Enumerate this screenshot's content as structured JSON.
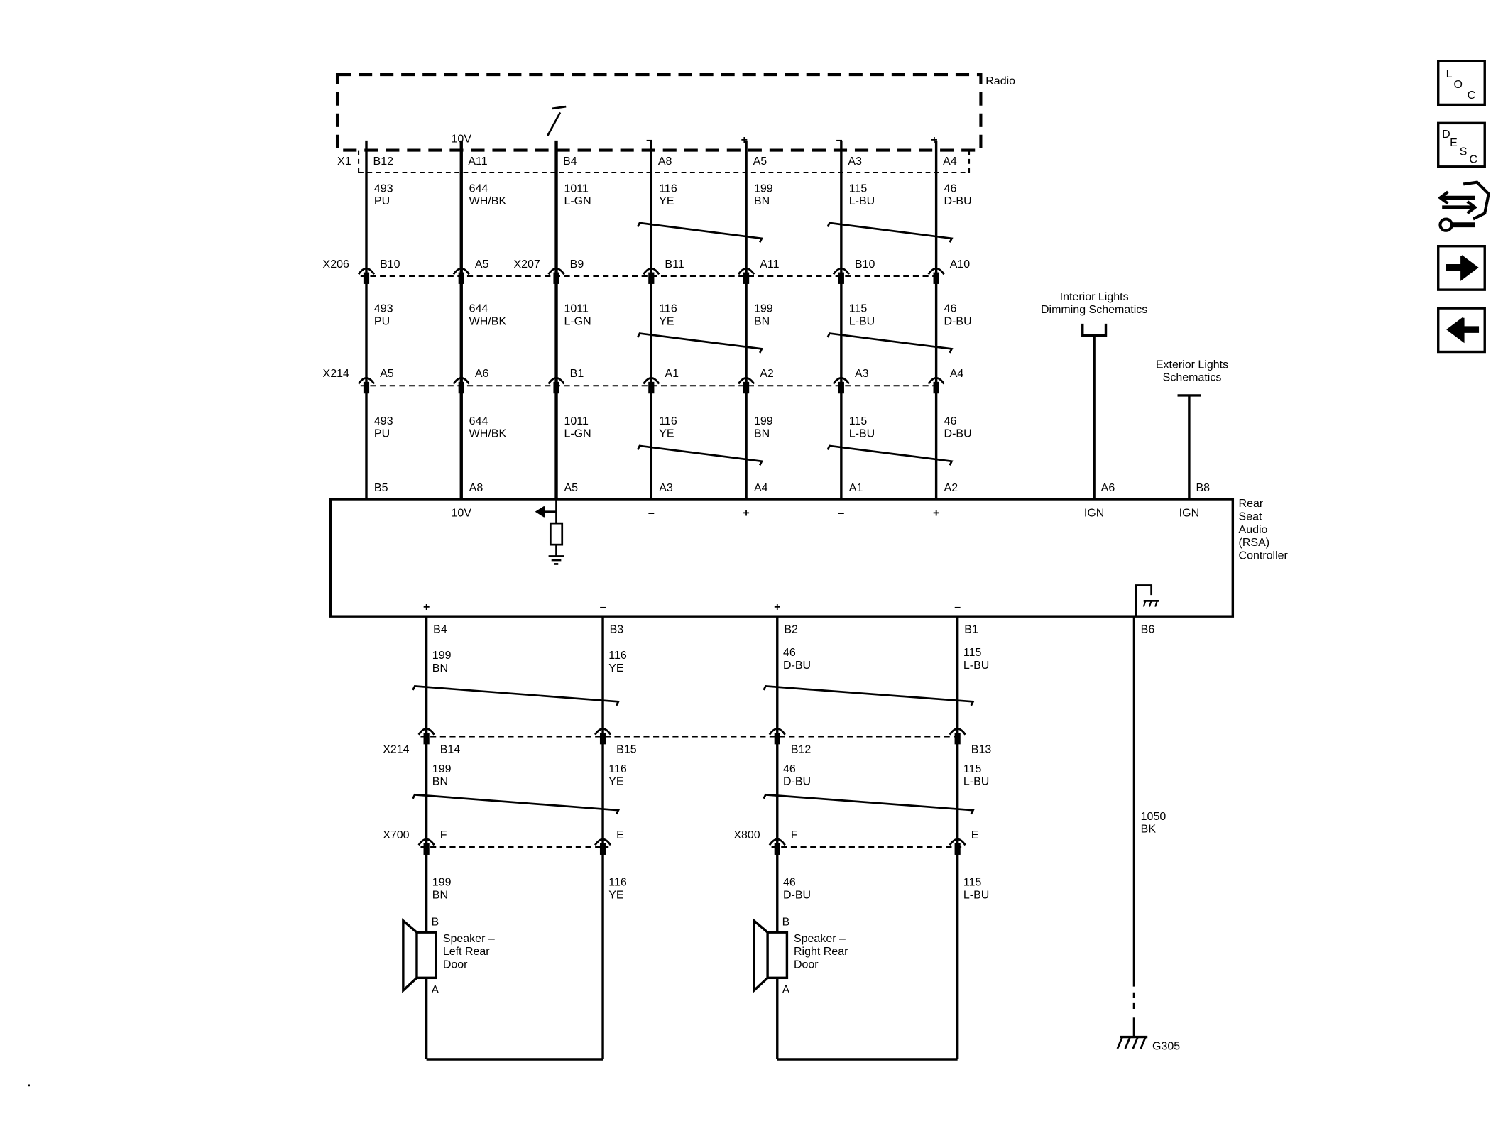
{
  "radio": {
    "label": "Radio",
    "conn": "X1",
    "v10": "10V"
  },
  "rsa": {
    "label": [
      "Rear",
      "Seat",
      "Audio",
      "(RSA)",
      "Controller"
    ]
  },
  "columns": [
    {
      "pin_x1": "B12",
      "pin_x206": "B10",
      "pin_x214": "A5",
      "pin_rsa": "B5",
      "circuit": "493",
      "color": "PU",
      "sign": "",
      "rsa_label": ""
    },
    {
      "pin_x1": "A11",
      "pin_x206": "A5",
      "pin_x214": "A6",
      "pin_rsa": "A8",
      "circuit": "644",
      "color": "WH/BK",
      "sign": "10V",
      "rsa_label": "10V"
    },
    {
      "pin_x1": "B4",
      "pin_x206": "B9",
      "pin_x214": "B1",
      "pin_rsa": "A5",
      "circuit": "1011",
      "color": "L-GN",
      "sign": "",
      "rsa_label": ""
    },
    {
      "pin_x1": "A8",
      "pin_x206": "B11",
      "pin_x214": "A1",
      "pin_rsa": "A3",
      "circuit": "116",
      "color": "YE",
      "sign": "–",
      "rsa_label": "–"
    },
    {
      "pin_x1": "A5",
      "pin_x206": "A11",
      "pin_x214": "A2",
      "pin_rsa": "A4",
      "circuit": "199",
      "color": "BN",
      "sign": "+",
      "rsa_label": "+"
    },
    {
      "pin_x1": "A3",
      "pin_x206": "B10",
      "pin_x214": "A3",
      "pin_rsa": "A1",
      "circuit": "115",
      "color": "L-BU",
      "sign": "–",
      "rsa_label": "–"
    },
    {
      "pin_x1": "A4",
      "pin_x206": "A10",
      "pin_x214": "A4",
      "pin_rsa": "A2",
      "circuit": "46",
      "color": "D-BU",
      "sign": "+",
      "rsa_label": "+"
    }
  ],
  "connectors_top": {
    "x206": "X206",
    "x207": "X207",
    "x214": "X214"
  },
  "interior": {
    "label": [
      "Interior Lights",
      "Dimming Schematics"
    ],
    "pin": "A6",
    "ign": "IGN"
  },
  "exterior": {
    "label": [
      "Exterior Lights",
      "Schematics"
    ],
    "pin": "B8",
    "ign": "IGN"
  },
  "outputs": [
    {
      "sign": "+",
      "pin_rsa": "B4",
      "circuit": "199",
      "color": "BN",
      "pin_x214": "B14",
      "pin_door": "F"
    },
    {
      "sign": "–",
      "pin_rsa": "B3",
      "circuit": "116",
      "color": "YE",
      "pin_x214": "B15",
      "pin_door": "E"
    },
    {
      "sign": "+",
      "pin_rsa": "B2",
      "circuit": "46",
      "color": "D-BU",
      "pin_x214": "B12",
      "pin_door": "F"
    },
    {
      "sign": "–",
      "pin_rsa": "B1",
      "circuit": "115",
      "color": "L-BU",
      "pin_x214": "B13",
      "pin_door": "E"
    }
  ],
  "bottom_connectors": {
    "x214": "X214",
    "x700": "X700",
    "x800": "X800"
  },
  "speakers": [
    {
      "label": [
        "Speaker –",
        "Left Rear",
        "Door"
      ],
      "pin_b": "B",
      "pin_a": "A"
    },
    {
      "label": [
        "Speaker –",
        "Right Rear",
        "Door"
      ],
      "pin_b": "B",
      "pin_a": "A"
    }
  ],
  "ground": {
    "pin": "B6",
    "circuit": "1050",
    "color": "BK",
    "ground_id": "G305"
  },
  "nav": {
    "loc": [
      "L",
      "O",
      "C"
    ],
    "desc": [
      "D",
      "E",
      "S",
      "C"
    ]
  }
}
